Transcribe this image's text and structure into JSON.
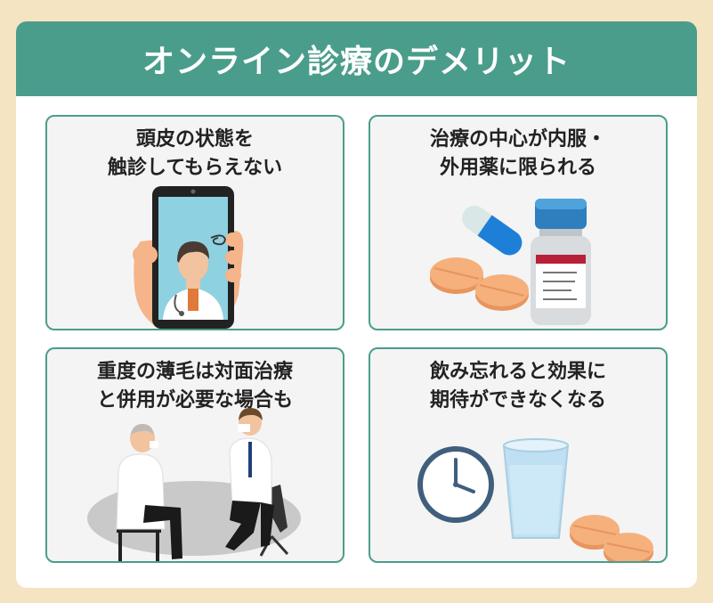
{
  "title": "オンライン診療のデメリット",
  "panels": [
    {
      "line1": "頭皮の状態を",
      "line2": "触診してもらえない",
      "illustration": "smartphone-doctor"
    },
    {
      "line1": "治療の中心が内服・",
      "line2": "外用薬に限られる",
      "illustration": "pills-and-bottle"
    },
    {
      "line1": "重度の薄毛は対面治療",
      "line2": "と併用が必要な場合も",
      "illustration": "face-to-face-consultation"
    },
    {
      "line1": "飲み忘れると効果に",
      "line2": "期待ができなくなる",
      "illustration": "clock-water-tablets"
    }
  ],
  "colors": {
    "accent": "#4a9d8b",
    "background": "#f4e4c1",
    "panel": "#f4f4f4"
  }
}
